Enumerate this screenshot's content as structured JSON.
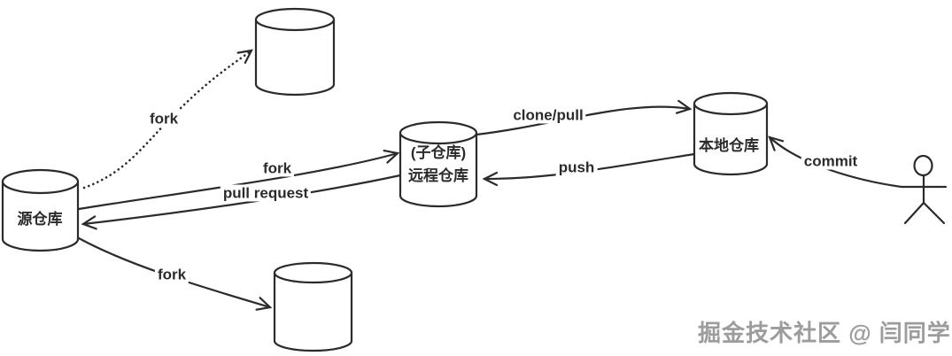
{
  "diagram": {
    "background_color": "#ffffff",
    "line_color": "#2b2b2b",
    "nodes": {
      "source_repo": {
        "shape": "cylinder",
        "label": "源仓库"
      },
      "forked_repo_top": {
        "shape": "cylinder"
      },
      "remote_repo": {
        "shape": "cylinder",
        "label_line1": "(子仓库)",
        "label_line2": "远程仓库"
      },
      "local_repo": {
        "shape": "cylinder",
        "label": "本地仓库"
      },
      "forked_repo_bottom": {
        "shape": "cylinder"
      },
      "developer": {
        "shape": "stick-figure"
      }
    },
    "edges": {
      "fork_top": {
        "label": "fork",
        "from": "source_repo",
        "to": "forked_repo_top",
        "style": "dotted"
      },
      "fork_middle": {
        "label": "fork",
        "from": "source_repo",
        "to": "remote_repo",
        "style": "solid"
      },
      "pull_request": {
        "label": "pull request",
        "from": "remote_repo",
        "to": "source_repo",
        "style": "solid"
      },
      "clone_pull": {
        "label": "clone/pull",
        "from": "remote_repo",
        "to": "local_repo",
        "style": "solid"
      },
      "push": {
        "label": "push",
        "from": "local_repo",
        "to": "remote_repo",
        "style": "solid"
      },
      "commit": {
        "label": "commit",
        "from": "developer",
        "to": "local_repo",
        "style": "solid"
      },
      "fork_bottom": {
        "label": "fork",
        "from": "source_repo",
        "to": "forked_repo_bottom",
        "style": "solid"
      }
    },
    "watermark": {
      "text": "掘金技术社区 @ 闫同学",
      "color": "#9c9c9c"
    }
  }
}
